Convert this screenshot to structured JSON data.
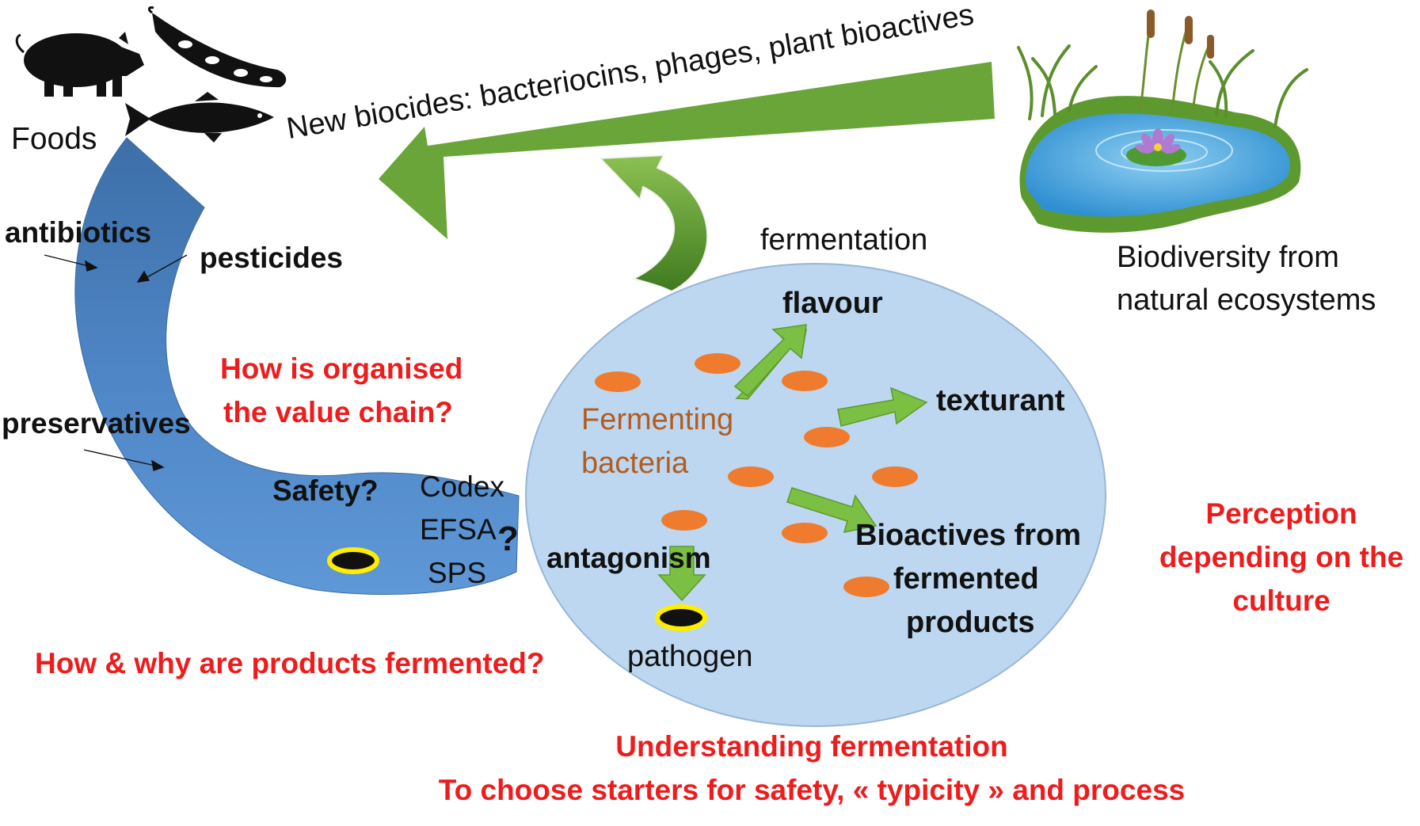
{
  "labels": {
    "foods": "Foods",
    "new_biocides": "New biocides: bacteriocins, phages, plant bioactives",
    "fermentation": "fermentation",
    "biodiversity_line1": "Biodiversity from",
    "biodiversity_line2": "natural ecosystems",
    "antibiotics": "antibiotics",
    "pesticides": "pesticides",
    "preservatives": "preservatives",
    "value_chain_line1": "How is organised",
    "value_chain_line2": "the value chain?",
    "safety": "Safety?",
    "codex": "Codex",
    "efsa": "EFSA",
    "sps": "SPS",
    "question_mark": "?",
    "flavour": "flavour",
    "texturant": "texturant",
    "fermenting_line1": "Fermenting",
    "fermenting_line2": "bacteria",
    "antagonism": "antagonism",
    "pathogen": "pathogen",
    "bioactives_line1": "Bioactives from",
    "bioactives_line2": "fermented",
    "bioactives_line3": "products",
    "perception_line1": "Perception",
    "perception_line2": "depending on the",
    "perception_line3": "culture",
    "how_why": "How & why are products fermented?",
    "understanding_line1": "Understanding fermentation",
    "understanding_line2": "To choose starters for safety, « typicity » and process"
  },
  "colors": {
    "accent_red": "#ee1c1c",
    "green_arrow": "#6aa53a",
    "light_green_arrow": "#7cc043",
    "blue_band": "#4f87c7",
    "circle_fill": "#bcd7ef",
    "bacteria": "#ee7b2e",
    "brown_text": "#b35c1f",
    "pathogen_ring": "#ffee00"
  },
  "icons": [
    "pig-icon",
    "bean-pod-icon",
    "fish-icon",
    "pond-icon"
  ]
}
